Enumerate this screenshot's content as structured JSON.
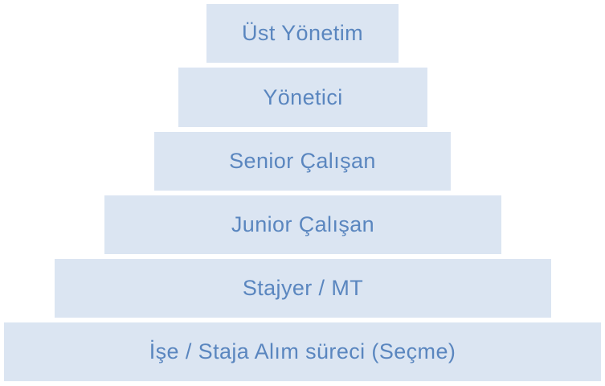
{
  "pyramid": {
    "levels": [
      {
        "label": "Üst Yönetim"
      },
      {
        "label": "Yönetici"
      },
      {
        "label": "Senior Çalışan"
      },
      {
        "label": "Junior Çalışan"
      },
      {
        "label": "Stajyer / MT"
      },
      {
        "label": "İşe / Staja Alım süreci (Seçme)"
      }
    ]
  },
  "colors": {
    "box_fill": "#dbe5f2",
    "text": "#5a86bf",
    "background": "#ffffff"
  }
}
